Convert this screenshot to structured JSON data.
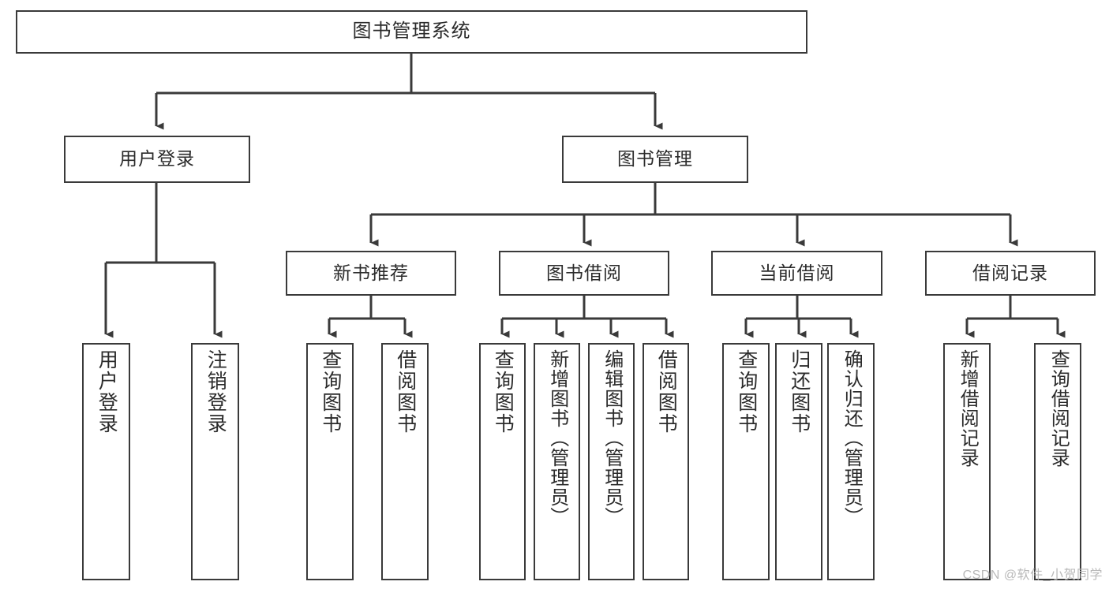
{
  "diagram": {
    "type": "tree-hierarchy-flowchart",
    "title": "图书管理系统",
    "root": {
      "id": "root",
      "label": "图书管理系统"
    },
    "level1": [
      {
        "id": "user-login",
        "label": "用户登录"
      },
      {
        "id": "book-management",
        "label": "图书管理"
      }
    ],
    "level2": [
      {
        "id": "new-book-recommend",
        "label": "新书推荐",
        "parent": "book-management"
      },
      {
        "id": "book-borrow",
        "label": "图书借阅",
        "parent": "book-management"
      },
      {
        "id": "current-borrow",
        "label": "当前借阅",
        "parent": "book-management"
      },
      {
        "id": "borrow-record",
        "label": "借阅记录",
        "parent": "book-management"
      }
    ],
    "leaves": {
      "user_login": [
        {
          "id": "leaf-user-login",
          "label": "用户登录"
        },
        {
          "id": "leaf-logout-login",
          "label": "注销登录"
        }
      ],
      "new_book_recommend": [
        {
          "id": "leaf-query-book-1",
          "label": "查询图书"
        },
        {
          "id": "leaf-borrow-book-1",
          "label": "借阅图书"
        }
      ],
      "book_borrow": [
        {
          "id": "leaf-query-book-2",
          "label": "查询图书"
        },
        {
          "id": "leaf-add-book",
          "label": "新增图书（管理员）"
        },
        {
          "id": "leaf-edit-book",
          "label": "编辑图书（管理员）"
        },
        {
          "id": "leaf-borrow-book-2",
          "label": "借阅图书"
        }
      ],
      "current_borrow": [
        {
          "id": "leaf-query-book-3",
          "label": "查询图书"
        },
        {
          "id": "leaf-return-book",
          "label": "归还图书"
        },
        {
          "id": "leaf-confirm-return",
          "label": "确认归还（管理员）"
        }
      ],
      "borrow_record": [
        {
          "id": "leaf-add-record",
          "label": "新增借阅记录"
        },
        {
          "id": "leaf-query-record",
          "label": "查询借阅记录"
        }
      ]
    },
    "watermark": "CSDN @软件_小贺同学",
    "colors": {
      "border": "#3a3a3a",
      "text": "#2b2b2b",
      "background": "#ffffff",
      "watermark": "#b9b9b9"
    }
  }
}
